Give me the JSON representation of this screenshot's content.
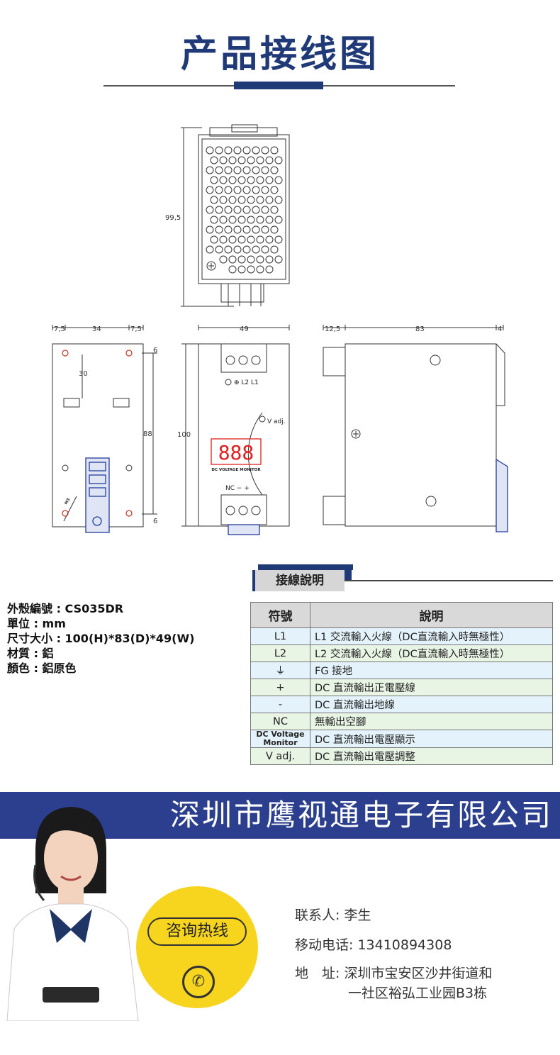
{
  "title": "产品接线图",
  "drawing": {
    "dim_height": "99,5",
    "dim_left_total": "7,5",
    "dim_34": "34",
    "dim_right_75": "7,5",
    "dim_30": "30",
    "dim_88": "88",
    "dim_6_top": "6",
    "dim_6_bottom": "6",
    "dim_100": "100",
    "dim_49": "49",
    "dim_125": "12,5",
    "dim_83": "83",
    "dim_4": "4",
    "screw_label": "M3",
    "terminal_top": "⊕  L2  L1",
    "vadj": "V adj.",
    "display_digits": "888",
    "display_caption": "DC VOLTAGE MONITOR",
    "terminal_bottom": "NC  −  +"
  },
  "section_title": "接線說明",
  "specs": [
    "外殼編號 : CS035DR",
    "單位 : mm",
    "尺寸大小 : 100(H)*83(D)*49(W)",
    "材質 : 鋁",
    "顏色 : 鋁原色"
  ],
  "table": {
    "header_symbol": "符號",
    "header_desc": "說明",
    "rows": [
      {
        "symbol": "L1",
        "desc": "L1 交流輸入火線（DC直流輸入時無極性）"
      },
      {
        "symbol": "L2",
        "desc": "L2 交流輸入火線（DC直流輸入時無極性）"
      },
      {
        "symbol": "⏚",
        "desc": "FG 接地"
      },
      {
        "symbol": "+",
        "desc": "DC 直流輸出正電壓線"
      },
      {
        "symbol": "-",
        "desc": "DC 直流輸出地線"
      },
      {
        "symbol": "NC",
        "desc": "無輸出空腳"
      },
      {
        "symbol": "DC Voltage Monitor",
        "desc": "DC 直流輸出電壓顯示"
      },
      {
        "symbol": "V adj.",
        "desc": "DC 直流輸出電壓調整"
      }
    ]
  },
  "company": "深圳市鹰视通电子有限公司",
  "hotline": "咨询热线",
  "contact": {
    "person": "联系人: 李生",
    "mobile": "移动电话: 13410894308",
    "address_line1": "地　址: 深圳市宝安区沙井街道和",
    "address_line2": "一社区裕弘工业园B3栋"
  },
  "colors": {
    "brand_blue": "#203a78",
    "band_blue": "#2b3f8e",
    "hotline_yellow": "#f7d51e",
    "display_red": "#e02020"
  }
}
